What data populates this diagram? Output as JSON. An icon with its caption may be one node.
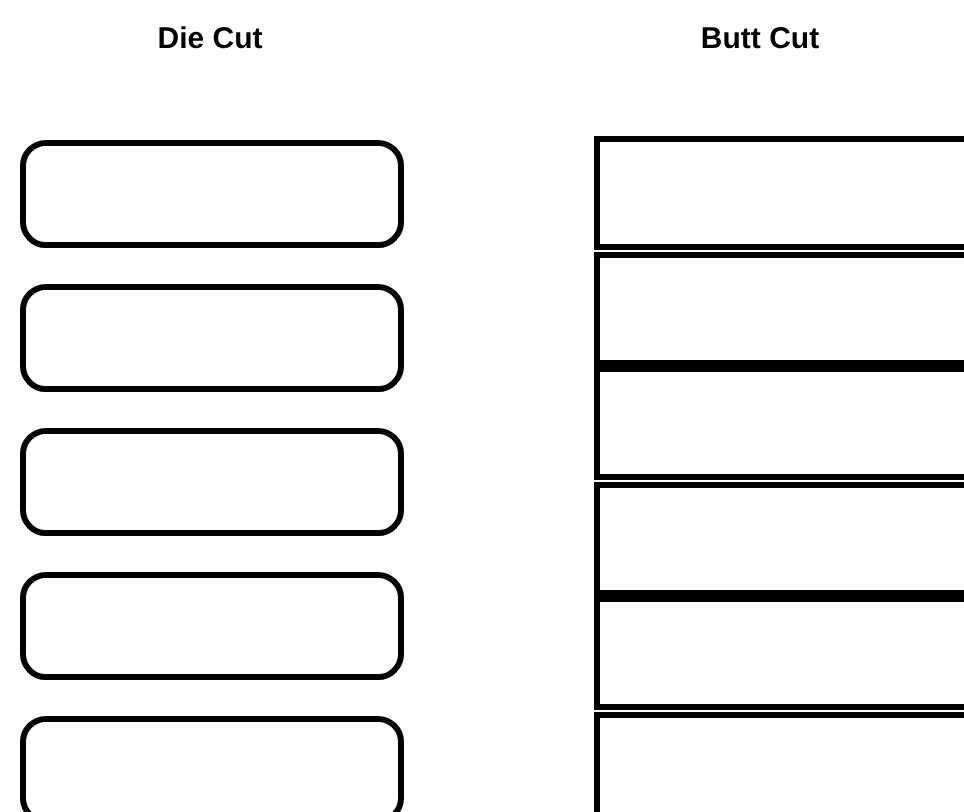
{
  "diagram": {
    "nodes": [
      {
        "text": [],
        "shape": "box"
      },
      {
        "text": [],
        "shape": "box"
      },
      {
        "text": [],
        "shape": "box"
      },
      {
        "text": [],
        "shape": "box"
      },
      {
        "text": [],
        "shape": "box"
      },
      {
        "text": [],
        "shape": "bar"
      },
      {
        "text": [],
        "shape": "bar"
      },
      {
        "text": [],
        "shape": "bar"
      },
      {
        "text": [],
        "shape": "bar"
      },
      {
        "text": [],
        "shape": "bar"
      },
      {
        "text": [],
        "shape": "bar"
      }
    ],
    "labels": [
      "Die Cut",
      "Butt Cut"
    ]
  }
}
